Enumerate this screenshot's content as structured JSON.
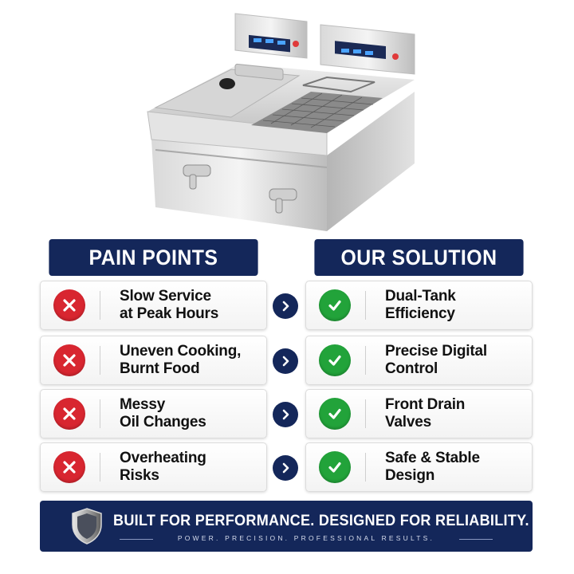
{
  "headers": {
    "pain": "PAIN POINTS",
    "solution": "OUR SOLUTION"
  },
  "rows": [
    {
      "pain": "Slow Service\nat Peak Hours",
      "solution": "Dual-Tank\nEfficiency"
    },
    {
      "pain": "Uneven Cooking,\nBurnt Food",
      "solution": "Precise Digital\nControl"
    },
    {
      "pain": "Messy\nOil Changes",
      "solution": "Front Drain\nValves"
    },
    {
      "pain": "Overheating\nRisks",
      "solution": "Safe & Stable\nDesign"
    }
  ],
  "footer": {
    "title": "BUILT FOR PERFORMANCE. DESIGNED FOR RELIABILITY.",
    "subtitle": "POWER. PRECISION. PROFESSIONAL RESULTS."
  },
  "icons": {
    "pain": "x-icon",
    "solution": "check-icon",
    "separator": "chevron-right-icon",
    "footer": "shield-icon"
  },
  "colors": {
    "navy": "#14275a",
    "red": "#d82630",
    "green": "#22a33a"
  }
}
